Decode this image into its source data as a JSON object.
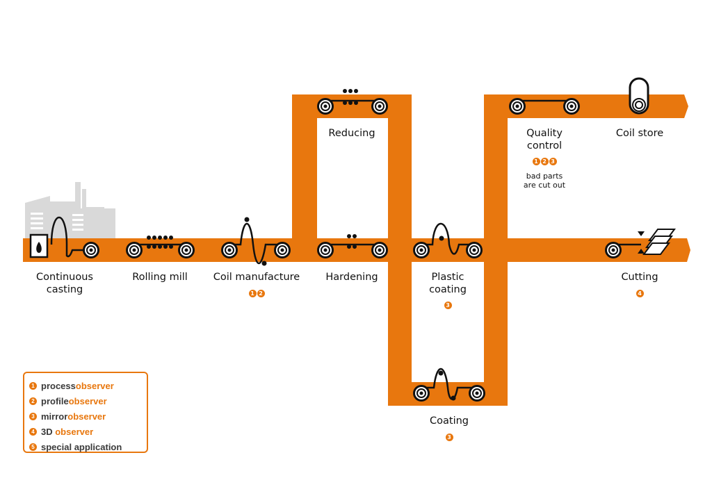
{
  "colors": {
    "band": "#e8770e",
    "ink": "#111111",
    "factory": "#d9d9d9"
  },
  "stations": [
    {
      "id": "continuous-casting",
      "lines": [
        "Continuous",
        "casting"
      ],
      "markers": []
    },
    {
      "id": "rolling-mill",
      "lines": [
        "Rolling mill"
      ],
      "markers": []
    },
    {
      "id": "coil-manufacture",
      "lines": [
        "Coil manufacture"
      ],
      "markers": [
        "1",
        "2"
      ]
    },
    {
      "id": "hardening",
      "lines": [
        "Hardening"
      ],
      "markers": []
    },
    {
      "id": "reducing",
      "lines": [
        "Reducing"
      ],
      "markers": []
    },
    {
      "id": "plastic-coating",
      "lines": [
        "Plastic",
        "coating"
      ],
      "markers": [
        "3"
      ]
    },
    {
      "id": "coating",
      "lines": [
        "Coating"
      ],
      "markers": [
        "3"
      ]
    },
    {
      "id": "quality-control",
      "lines": [
        "Quality",
        "control"
      ],
      "markers": [
        "1",
        "2",
        "3"
      ],
      "note": [
        "bad parts",
        "are cut out"
      ]
    },
    {
      "id": "coil-store",
      "lines": [
        "Coil store"
      ],
      "markers": []
    },
    {
      "id": "cutting",
      "lines": [
        "Cutting"
      ],
      "markers": [
        "4"
      ]
    }
  ],
  "legend": [
    {
      "num": "1",
      "a": "process",
      "b": "observer"
    },
    {
      "num": "2",
      "a": "profile",
      "b": "observer"
    },
    {
      "num": "3",
      "a": "mirror",
      "b": "observer"
    },
    {
      "num": "4",
      "a": "3D ",
      "b": "observer"
    },
    {
      "num": "5",
      "a": "special application",
      "b": ""
    }
  ]
}
